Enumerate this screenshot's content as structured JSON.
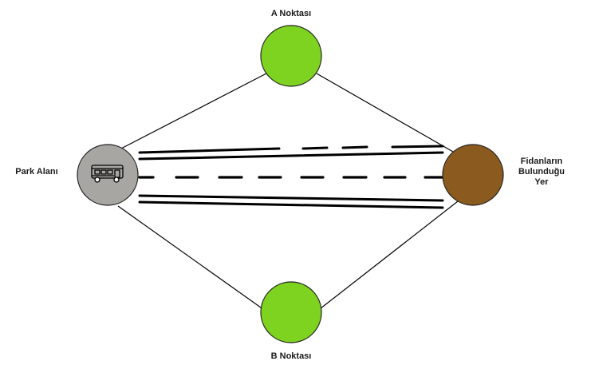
{
  "nodes": {
    "a": {
      "label": "A Noktası",
      "color": "#7ed321"
    },
    "b": {
      "label": "B Noktası",
      "color": "#7ed321"
    },
    "park": {
      "label": "Park Alanı",
      "color": "#a8a6a3",
      "icon": "bus-icon"
    },
    "fidan": {
      "label_lines": [
        "Fidanların",
        "Bulunduğu",
        "Yer"
      ],
      "color": "#8b5a1f"
    }
  },
  "colors": {
    "edge": "#000000",
    "node_stroke": "#222222"
  }
}
